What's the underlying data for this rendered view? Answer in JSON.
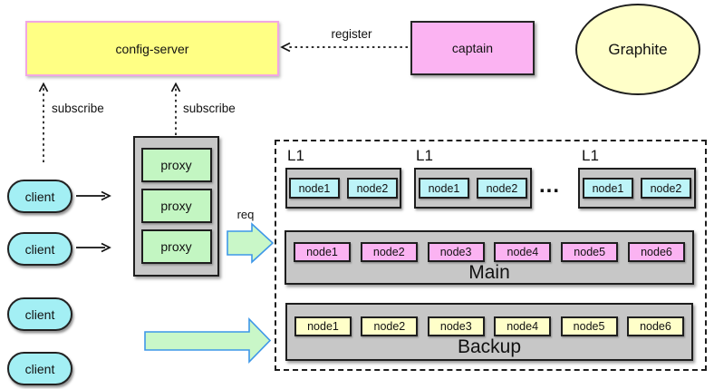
{
  "config_server": {
    "label": "config-server"
  },
  "captain": {
    "label": "captain"
  },
  "graphite": {
    "label": "Graphite"
  },
  "labels": {
    "register": "register",
    "subscribe_left": "subscribe",
    "subscribe_right": "subscribe",
    "req": "req",
    "ellipsis": "..."
  },
  "clients": [
    "client",
    "client",
    "client",
    "client"
  ],
  "proxies": [
    "proxy",
    "proxy",
    "proxy"
  ],
  "l1_groups": [
    {
      "title": "L1",
      "nodes": [
        "node1",
        "node2"
      ]
    },
    {
      "title": "L1",
      "nodes": [
        "node1",
        "node2"
      ]
    },
    {
      "title": "L1",
      "nodes": [
        "node1",
        "node2"
      ]
    }
  ],
  "main": {
    "label": "Main",
    "nodes": [
      "node1",
      "node2",
      "node3",
      "node4",
      "node5",
      "node6"
    ]
  },
  "backup": {
    "label": "Backup",
    "nodes": [
      "node1",
      "node2",
      "node3",
      "node4",
      "node5",
      "node6"
    ]
  },
  "colors": {
    "config_server_fill": "#FFFF84",
    "config_server_border": "#F1A7E3",
    "pink_fill": "#FBB3F2",
    "pale_yellow_fill": "#FFFFC9",
    "cyan_fill": "#A3EFF4",
    "pale_cyan_fill": "#BDF4F8",
    "green_fill": "#C3F6C2",
    "container_gray": "#C7C7C7",
    "block_arrow_fill": "#C9F7C8",
    "block_arrow_border": "#3E97E8"
  }
}
